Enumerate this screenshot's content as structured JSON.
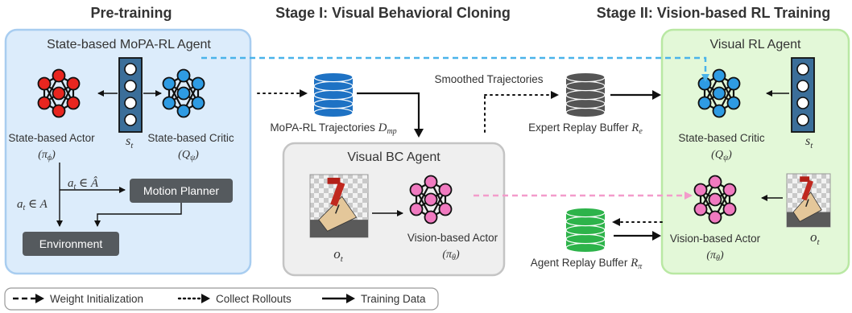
{
  "headers": {
    "pretraining": "Pre-training",
    "stage1": "Stage I: Visual Behavioral Cloning",
    "stage2": "Stage II: Vision-based RL Training"
  },
  "panels": {
    "state_agent": "State-based MoPA-RL Agent",
    "visual_bc_agent": "Visual BC Agent",
    "visual_rl_agent": "Visual RL Agent"
  },
  "pretraining": {
    "actor_label": "State-based Actor",
    "actor_symbol": "(π",
    "actor_symbol_sub": "ϕ",
    "critic_label": "State-based Critic",
    "critic_symbol": "(Q",
    "critic_symbol_sub": "ψ",
    "state_symbol": "s",
    "state_symbol_sub": "t",
    "action_hat": "a",
    "action_hat_sub": "t",
    "action_hat_set": " ∈ Â",
    "action": "a",
    "action_sub": "t",
    "action_set": " ∈ A",
    "motion_planner": "Motion Planner",
    "environment": "Environment"
  },
  "stage1": {
    "mopa_traj": "MoPA-RL Trajectories ",
    "mopa_traj_sym": "D",
    "mopa_traj_sub": "mp",
    "obs_symbol": "o",
    "obs_sub": "t",
    "actor_label": "Vision-based Actor",
    "actor_symbol": "(π",
    "actor_symbol_sub": "θ"
  },
  "stage2": {
    "smoothed": "Smoothed Trajectories",
    "expert_buffer": "Expert Replay Buffer ",
    "expert_sym": "R",
    "expert_sub": "e",
    "agent_buffer": "Agent Replay Buffer ",
    "agent_sym": "R",
    "agent_sub": "π",
    "critic_label": "State-based Critic",
    "critic_symbol": "(Q",
    "critic_symbol_sub": "ψ",
    "state_symbol": "s",
    "state_sub": "t",
    "actor_label": "Vision-based Actor",
    "actor_symbol": "(π",
    "actor_symbol_sub": "θ",
    "obs_symbol": "o",
    "obs_sub": "t"
  },
  "legend": {
    "weight_init": "Weight Initialization",
    "collect": "Collect Rollouts",
    "training": "Training Data"
  },
  "colors": {
    "actor_red": "#e8261f",
    "critic_blue": "#2e9be3",
    "bc_pink": "#f07ac0",
    "db_blue": "#1e72c4",
    "db_gray": "#555555",
    "db_green": "#2db34a",
    "panel_blue": "#dcecfb",
    "panel_gray": "#efefef",
    "panel_green": "#e3f8d8",
    "dark_box": "#555a5e"
  }
}
